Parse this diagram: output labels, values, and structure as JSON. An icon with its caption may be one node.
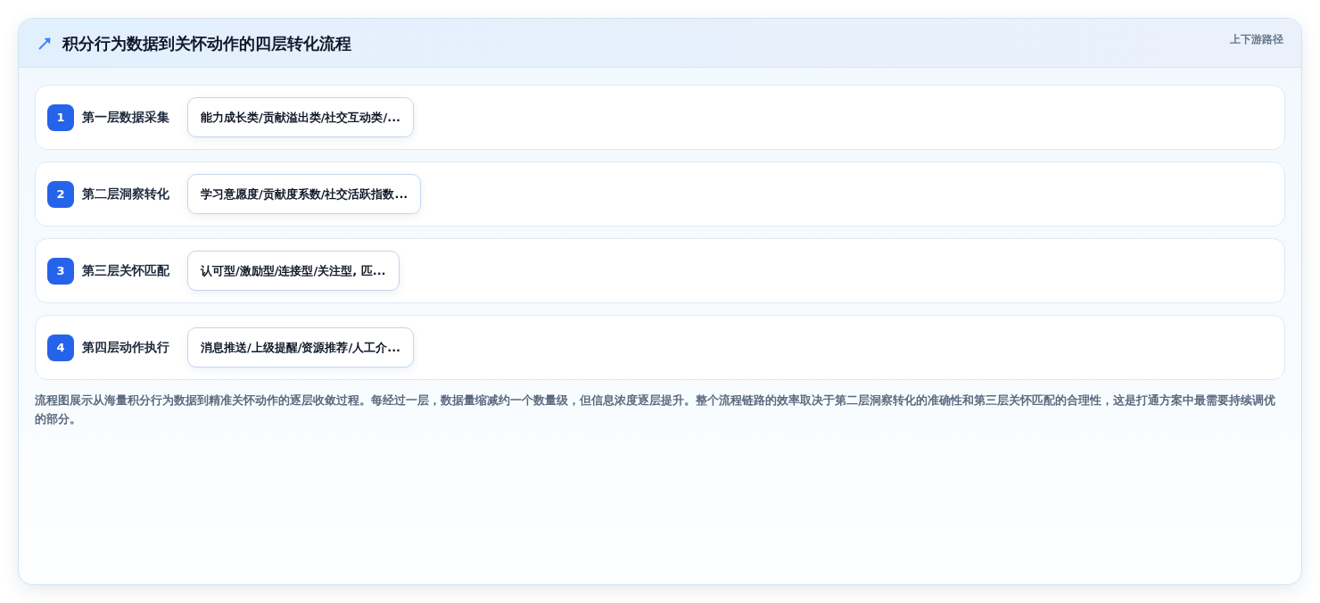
{
  "diagram": {
    "title": "积分行为数据到关怀动作的四层转化流程",
    "nodes": [
      {
        "text": [
          "第一层数据采集"
        ]
      },
      {
        "text": [
          "1"
        ],
        "in": 0
      },
      {
        "text": [
          "能力成长类/贡献溢出类/社交互动类/..."
        ],
        "in": 0
      },
      {
        "text": [
          "第二层洞察转化"
        ]
      },
      {
        "text": [
          "2"
        ],
        "in": 3
      },
      {
        "text": [
          "学习意愿度/贡献度系数/社交活跃指数..."
        ],
        "in": 3
      },
      {
        "text": [
          "第三层关怀匹配"
        ]
      },
      {
        "text": [
          "3"
        ],
        "in": 6
      },
      {
        "text": [
          "认可型/激励型/连接型/关注型, 匹..."
        ],
        "in": 6
      },
      {
        "text": [
          "第四层动作执行"
        ]
      },
      {
        "text": [
          "4"
        ],
        "in": 9
      },
      {
        "text": [
          "消息推送/上级提醒/资源推荐/人工介..."
        ],
        "in": 9
      }
    ],
    "labels": [
      "上下游路径"
    ],
    "caption": "流程图展示从海量积分行为数据到精准关怀动作的逐层收敛过程。每经过一层，数据量缩减约一个数量级，但信息浓度逐层提升。整个流程链路的效率取决于第二层洞察转化的准确性和第三层关怀匹配的合理性，这是打通方案中最需要持续调优的部分。"
  }
}
